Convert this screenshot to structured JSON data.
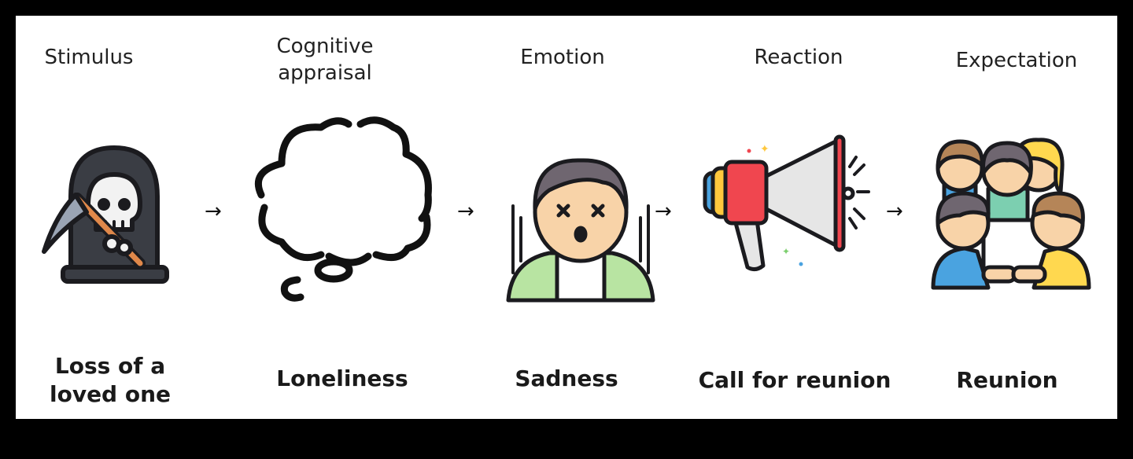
{
  "stages": [
    {
      "title": "Stimulus",
      "label": "Loss of a\nloved one",
      "icon": "grim-reaper-tombstone-icon"
    },
    {
      "title": "Cognitive\nappraisal",
      "label": "Loneliness",
      "icon": "thought-bubble-icon"
    },
    {
      "title": "Emotion",
      "label": "Sadness",
      "icon": "sad-face-icon"
    },
    {
      "title": "Reaction",
      "label": "Call for reunion",
      "icon": "megaphone-icon"
    },
    {
      "title": "Expectation",
      "label": "Reunion",
      "icon": "group-people-icon"
    }
  ],
  "arrow": "→",
  "colors": {
    "background": "#ffffff",
    "frame": "#000000",
    "outline": "#1b1b1f",
    "skin": "#f8d3a8",
    "hair_gray": "#6f6670",
    "shirt_green": "#b8e4a2",
    "megaphone_red": "#f0464f",
    "megaphone_blue": "#4aa3e0",
    "megaphone_yellow": "#ffc83d"
  }
}
